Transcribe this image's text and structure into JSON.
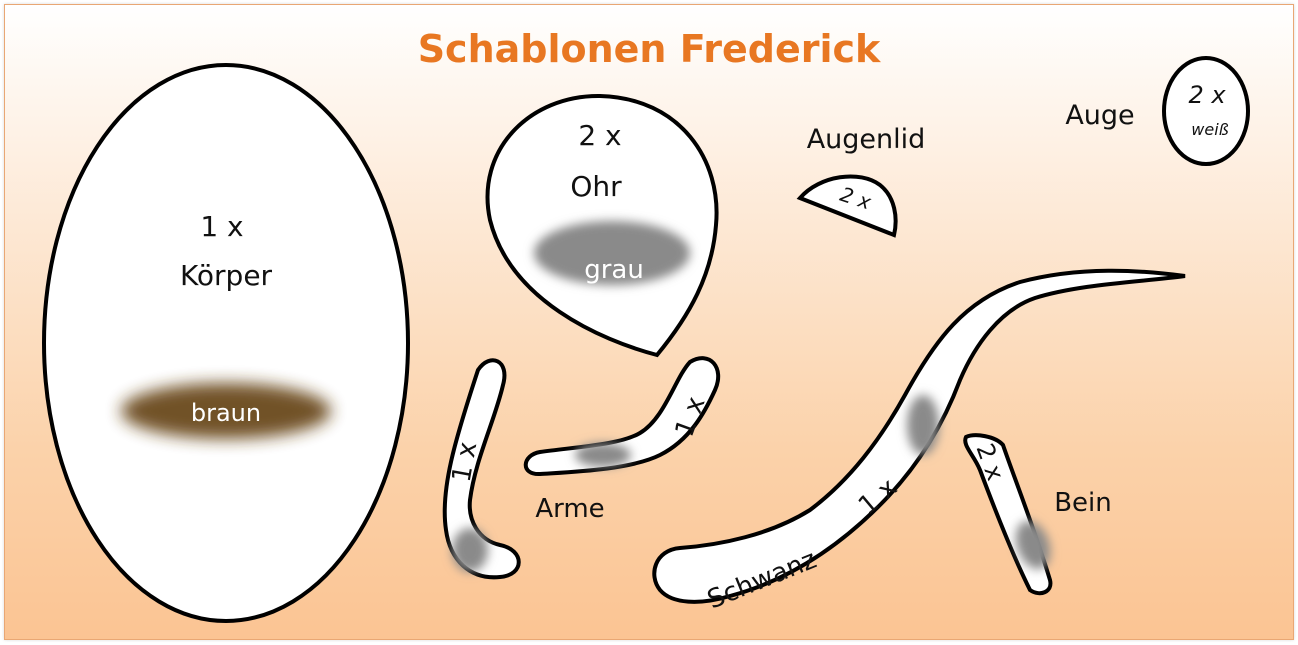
{
  "title": "Schablonen Frederick",
  "colors": {
    "title": "#e87722",
    "braun": "#6b4a1e",
    "grau": "#8a8a8a"
  },
  "body": {
    "count": "1 x",
    "name": "Körper",
    "color_label": "braun"
  },
  "ear": {
    "count": "2 x",
    "name": "Ohr",
    "color_label": "grau"
  },
  "eyelid": {
    "name": "Augenlid",
    "count": "2 x"
  },
  "eye": {
    "name": "Auge",
    "count": "2 x",
    "color_label": "weiß"
  },
  "arms": {
    "name": "Arme",
    "count_left": "1 x",
    "count_right": "1 x"
  },
  "tail": {
    "name": "Schwanz",
    "count": "1 x"
  },
  "leg": {
    "name": "Bein",
    "count": "2 x"
  }
}
